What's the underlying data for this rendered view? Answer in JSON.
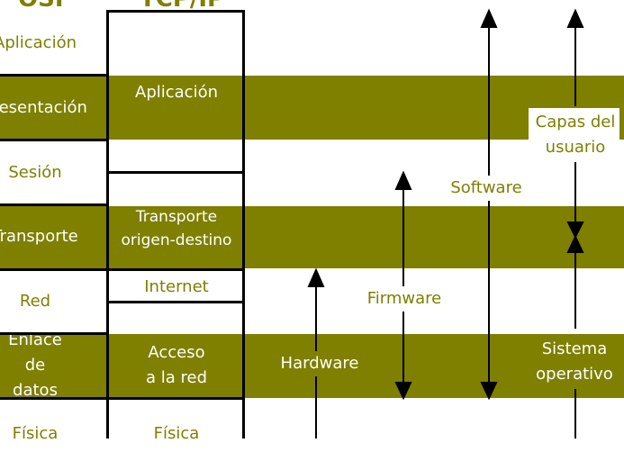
{
  "headers": {
    "osi": "OSI",
    "tcpip": "TCP/IP"
  },
  "osi_layers": [
    "Aplicación",
    "Presentación",
    "Sesión",
    "Transporte",
    "Red",
    "Enlace de datos",
    "Física"
  ],
  "tcpip_layers": [
    "Aplicación",
    "Transporte origen-destino",
    "Internet",
    "Acceso a la red",
    "Física"
  ],
  "labels": {
    "hardware": "Hardware",
    "firmware": "Firmware",
    "software": "Software",
    "user_layers": "Capas del usuario",
    "os": "Sistema operativo"
  },
  "colors": {
    "accent": "#7f7f00"
  }
}
